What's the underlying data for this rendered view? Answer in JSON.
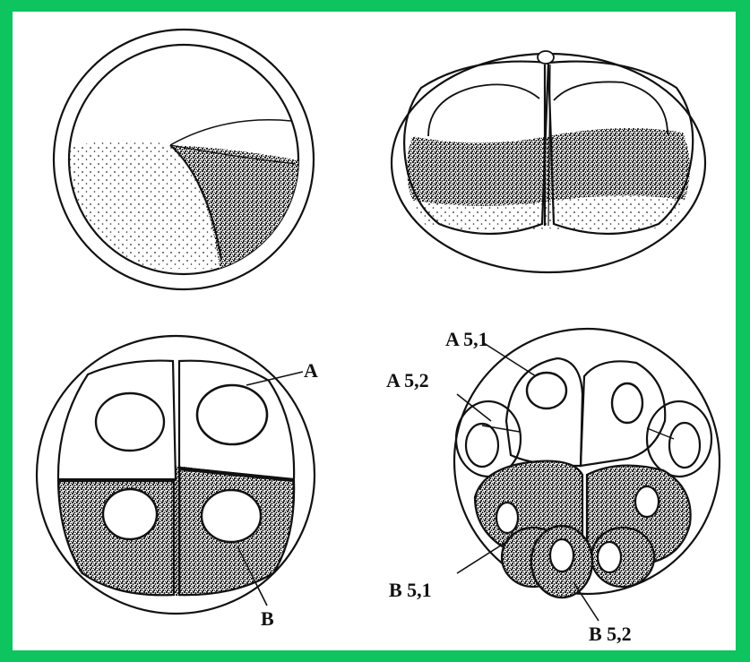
{
  "labels": {
    "A": "A",
    "B": "B",
    "A51": "A 5,1",
    "A52": "A 5,2",
    "B51": "B 5,1",
    "B52": "B 5,2"
  },
  "colors": {
    "border": "#0dc45f",
    "background": "#ffffff",
    "ink": "#111111"
  }
}
